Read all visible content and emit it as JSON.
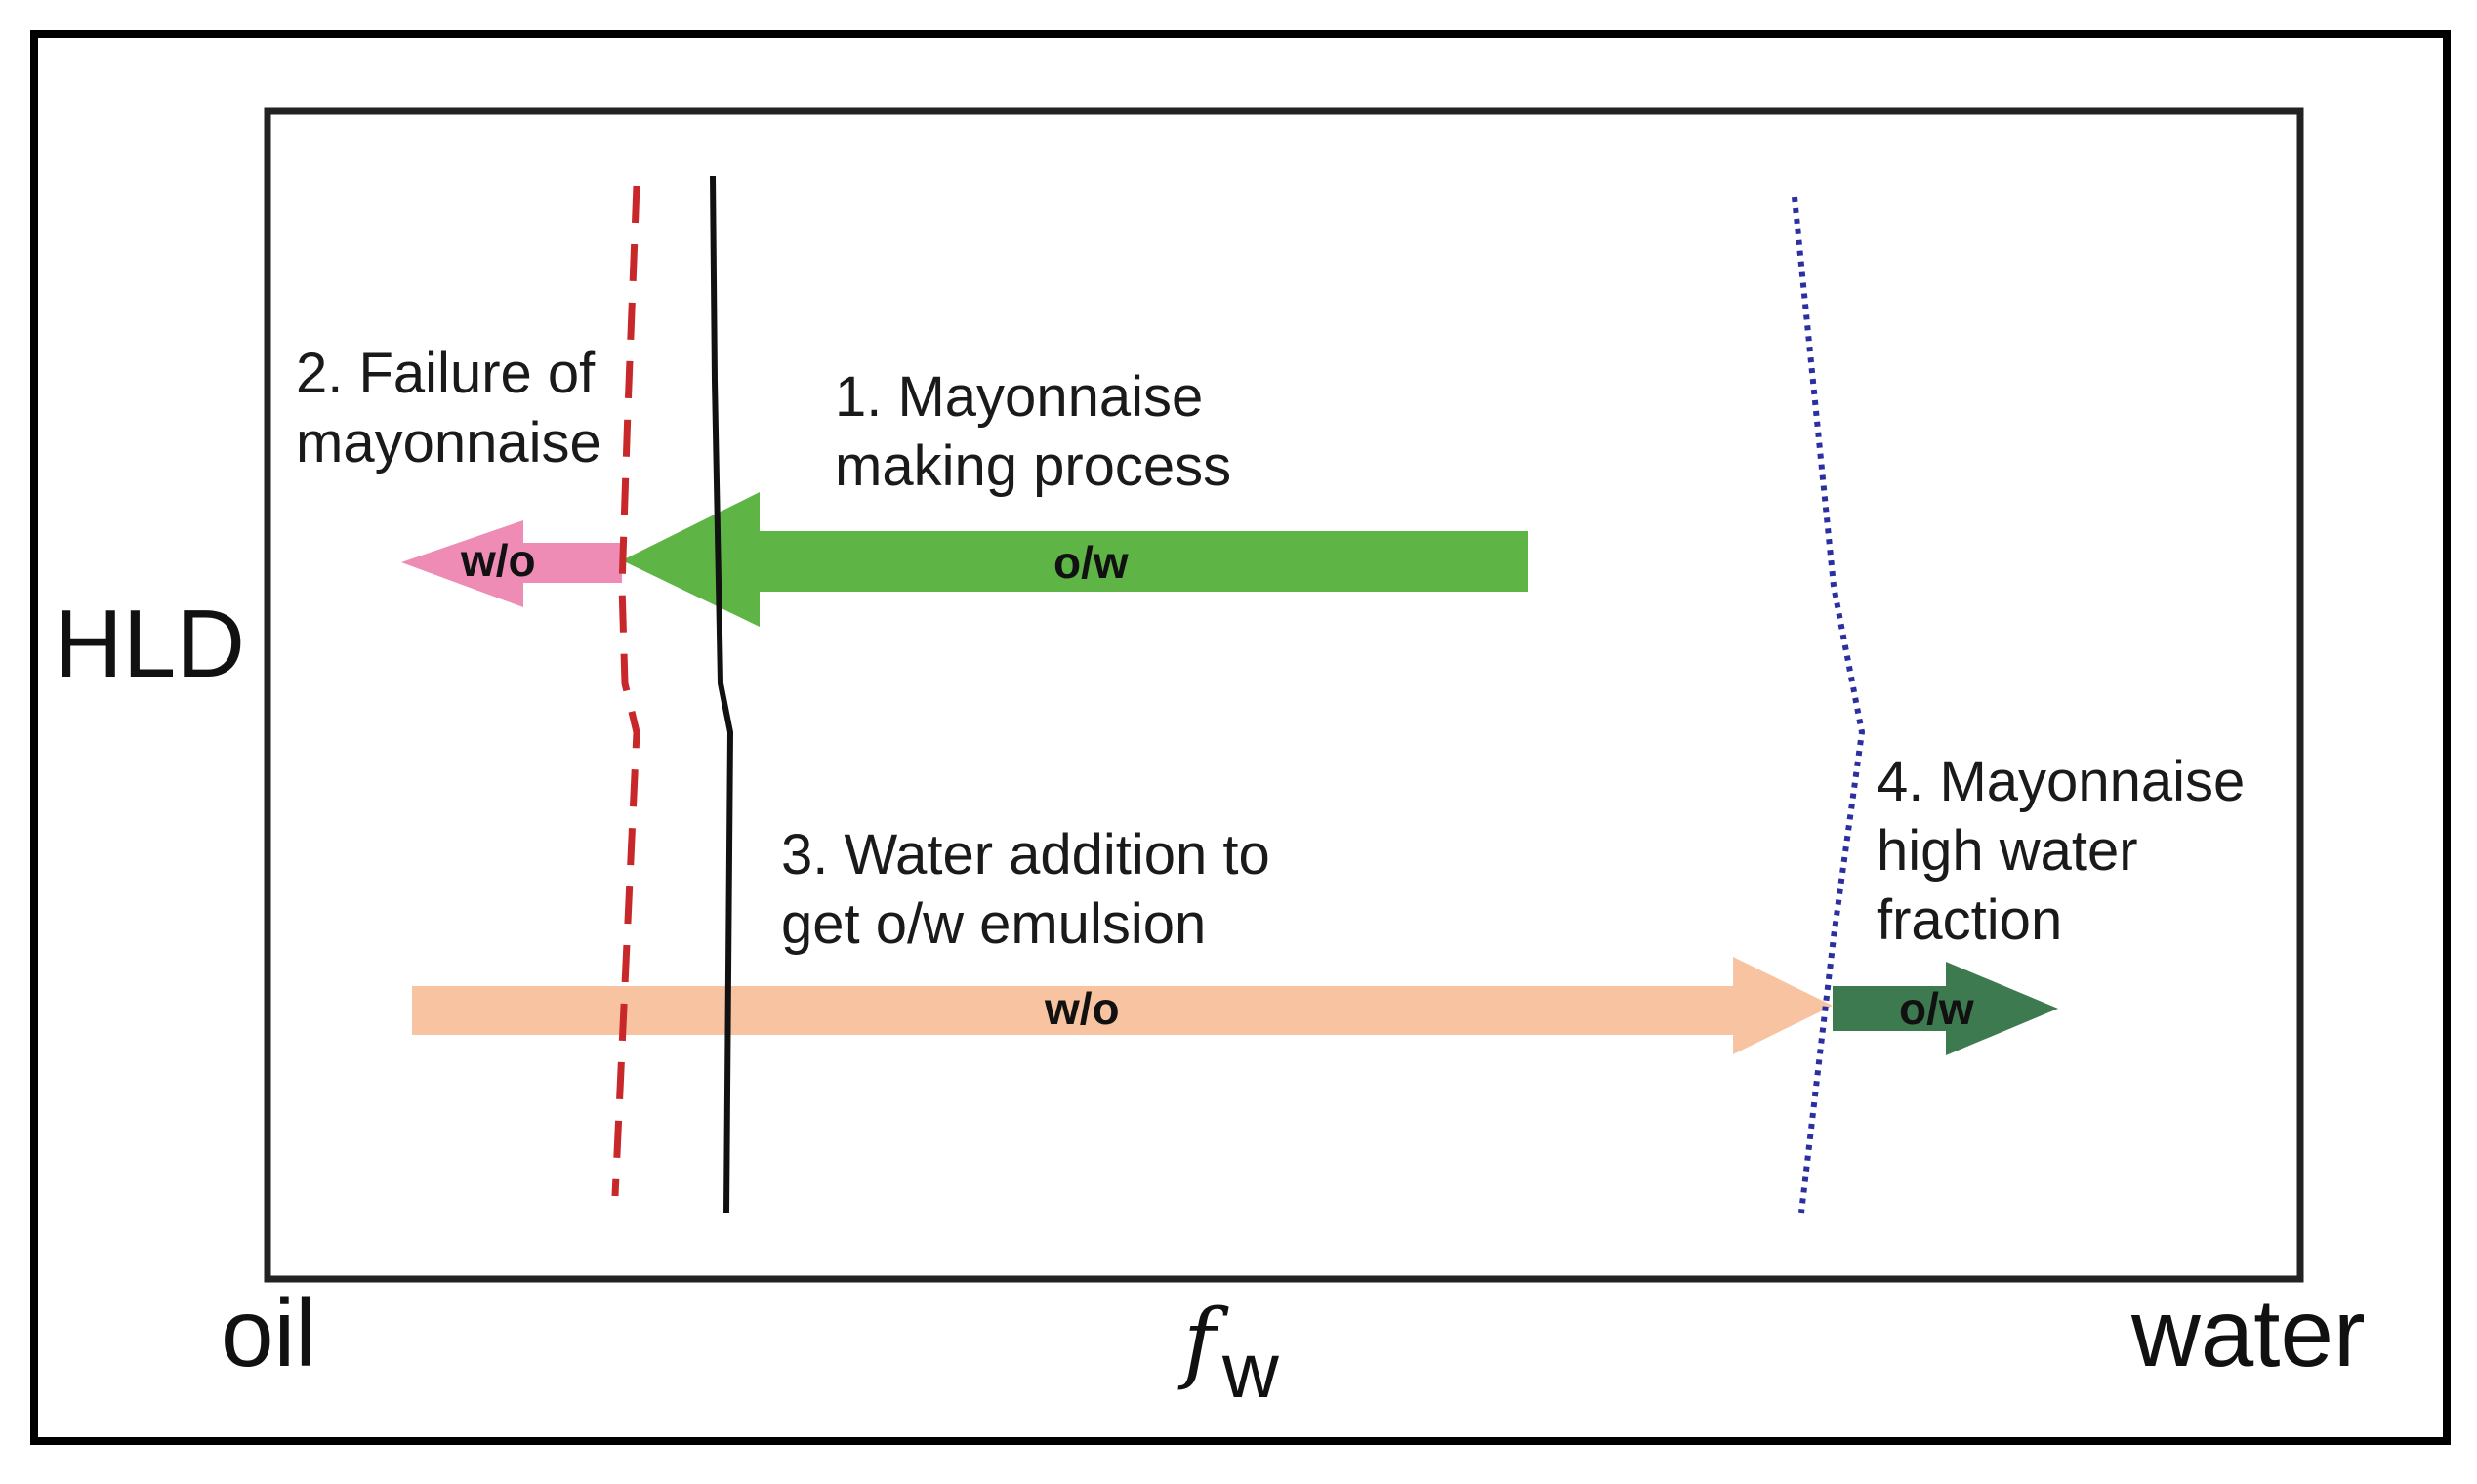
{
  "axes": {
    "y_label": "HLD",
    "x_left": "oil",
    "x_right": "water",
    "x_label_main": "f",
    "x_label_sub": "w"
  },
  "captions": {
    "step1": "1. Mayonnaise\nmaking process",
    "step2": "2. Failure of\nmayonnaise",
    "step3": "3. Water addition to\nget o/w emulsion",
    "step4": "4. Mayonnaise\nhigh water\nfraction"
  },
  "arrows": {
    "step1_label": "o/w",
    "step2_label": "w/o",
    "step3_label": "w/o",
    "step4_label": "o/w"
  },
  "colors": {
    "green_arrow": "#5fb446",
    "pink_arrow": "#ee8cb6",
    "peach_arrow": "#f7c3a0",
    "dark_green_arrow": "#3e7a4f",
    "red_dashed_line": "#c8282a",
    "blue_dotted_line": "#2b2fa0",
    "black_line": "#111111"
  }
}
